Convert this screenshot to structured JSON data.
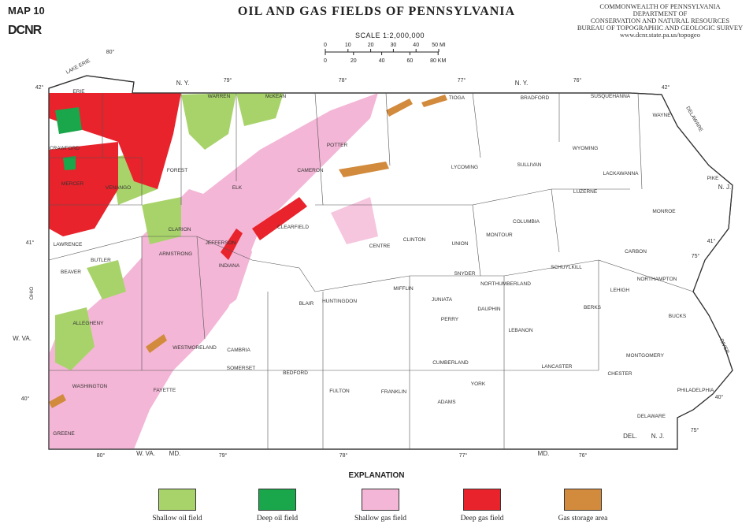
{
  "header": {
    "map_number": "MAP 10",
    "logo_text": "DCNR",
    "title": "OIL AND GAS FIELDS OF PENNSYLVANIA",
    "agency_lines": [
      "COMMONWEALTH OF PENNSYLVANIA",
      "DEPARTMENT OF",
      "CONSERVATION AND NATURAL RESOURCES",
      "BUREAU OF TOPOGRAPHIC AND GEOLOGIC SURVEY",
      "www.dcnr.state.pa.us/topogeo"
    ]
  },
  "scale": {
    "label": "SCALE 1:2,000,000",
    "mi_ticks": [
      "0",
      "10",
      "20",
      "30",
      "40",
      "50 MI"
    ],
    "km_ticks": [
      "0",
      "20",
      "40",
      "60",
      "80 KM"
    ]
  },
  "map": {
    "water_labels": [
      "LAKE ERIE",
      "OHIO",
      "DELAWARE",
      "RIVER"
    ],
    "state_labels": [
      "N. Y.",
      "N. Y.",
      "W. VA.",
      "W. VA.",
      "MD.",
      "MD.",
      "DEL.",
      "N. J.",
      "N. J."
    ],
    "longitude_labels": [
      "80°",
      "79°",
      "78°",
      "77°",
      "76°",
      "75°",
      "80°",
      "79°",
      "78°",
      "77°",
      "76°",
      "75°"
    ],
    "latitude_labels": [
      "42°",
      "41°",
      "40°",
      "42°",
      "41°",
      "40°"
    ],
    "counties": [
      "ERIE",
      "WARREN",
      "McKEAN",
      "TIOGA",
      "BRADFORD",
      "SUSQUEHANNA",
      "WAYNE",
      "CRAWFORD",
      "POTTER",
      "WYOMING",
      "FOREST",
      "CAMERON",
      "LYCOMING",
      "SULLIVAN",
      "LACKAWANNA",
      "PIKE",
      "MERCER",
      "VENANGO",
      "ELK",
      "LUZERNE",
      "MONROE",
      "CLARION",
      "CLEARFIELD",
      "CLINTON",
      "COLUMBIA",
      "LAWRENCE",
      "JEFFERSON",
      "CENTRE",
      "UNION",
      "MONTOUR",
      "CARBON",
      "BUTLER",
      "ARMSTRONG",
      "SNYDER",
      "BEAVER",
      "INDIANA",
      "NORTHUMBERLAND",
      "SCHUYLKILL",
      "NORTHAMPTON",
      "MIFFLIN",
      "BLAIR",
      "HUNTINGDON",
      "JUNIATA",
      "DAUPHIN",
      "LEHIGH",
      "ALLEGHENY",
      "PERRY",
      "BERKS",
      "BUCKS",
      "LEBANON",
      "WESTMORELAND",
      "CAMBRIA",
      "MONTGOMERY",
      "SOMERSET",
      "BEDFORD",
      "CUMBERLAND",
      "LANCASTER",
      "CHESTER",
      "WASHINGTON",
      "FAYETTE",
      "FULTON",
      "FRANKLIN",
      "YORK",
      "ADAMS",
      "PHILADELPHIA",
      "DELAWARE",
      "GREENE"
    ]
  },
  "legend": {
    "title": "EXPLANATION",
    "items": [
      {
        "label": "Shallow oil field",
        "color": "#a8d36a"
      },
      {
        "label": "Deep oil field",
        "color": "#1aa64a"
      },
      {
        "label": "Shallow gas field",
        "color": "#f4b6d6"
      },
      {
        "label": "Deep gas field",
        "color": "#e8232b"
      },
      {
        "label": "Gas storage area",
        "color": "#d28a3c"
      }
    ]
  }
}
